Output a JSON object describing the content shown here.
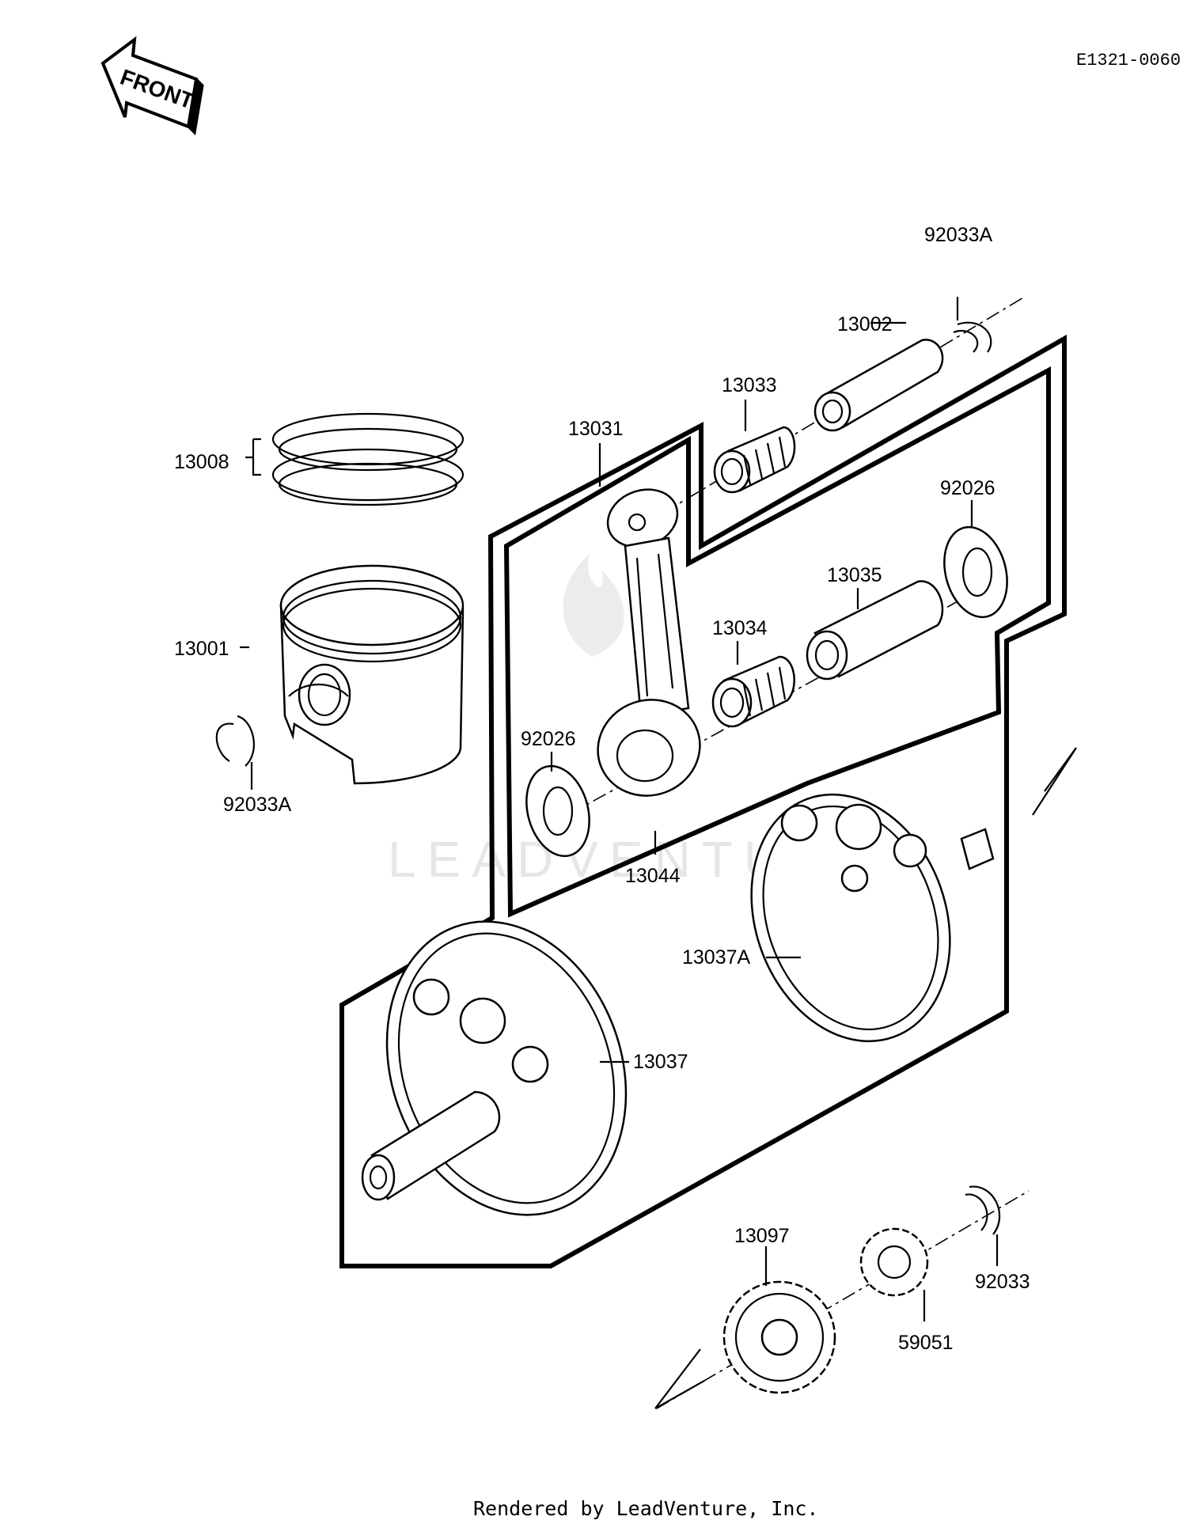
{
  "drawing_code": "E1321-0060",
  "front_arrow_label": "FRONT",
  "watermark": "LEADVENTURE",
  "footer": "Rendered by LeadVenture, Inc.",
  "parts": {
    "p13008": "13008",
    "p13001": "13001",
    "p92033A_left": "92033A",
    "p92033A_top": "92033A",
    "p13002": "13002",
    "p13033": "13033",
    "p13031": "13031",
    "p92026_right": "92026",
    "p13035": "13035",
    "p13034": "13034",
    "p92026_left": "92026",
    "p13044": "13044",
    "p13037A": "13037A",
    "p13037": "13037",
    "p13097": "13097",
    "p92033": "92033",
    "p59051": "59051"
  }
}
